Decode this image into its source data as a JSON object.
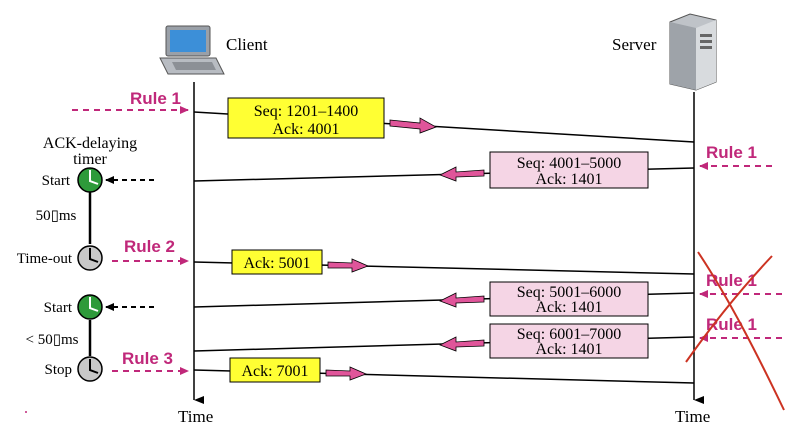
{
  "endpoints": {
    "client_label": "Client",
    "server_label": "Server",
    "time_label_left": "Time",
    "time_label_right": "Time"
  },
  "timer": {
    "title_line1": "ACK-delaying",
    "title_line2": "timer",
    "start_label_1": "Start",
    "timeout_label": "Time-out",
    "start_label_2": "Start",
    "stop_label": "Stop",
    "interval_1": "50▯ms",
    "interval_2": "< 50▯ms"
  },
  "rules": {
    "rule_1_client": "Rule 1",
    "rule_1_server": "Rule 1",
    "rule_2_client": "Rule 2",
    "rule_1_server_crossed_a": "Rule 1",
    "rule_1_server_crossed_b": "Rule 1",
    "rule_3_client": "Rule 3"
  },
  "segments": [
    {
      "line1": "Seq: 1201–1400",
      "line2": "Ack: 4001"
    },
    {
      "line1": "Seq: 4001–5000",
      "line2": "Ack: 1401"
    },
    {
      "line1": "Ack: 5001"
    },
    {
      "line1": "Seq: 5001–6000",
      "line2": "Ack: 1401"
    },
    {
      "line1": "Seq: 6001–7000",
      "line2": "Ack: 1401"
    },
    {
      "line1": "Ack: 7001"
    }
  ],
  "colors": {
    "rule": "#c0287a",
    "yellow_box": "#ffff33",
    "pink_box": "#f5d5e5",
    "timer_green": "#2e9a3a",
    "timer_gray": "#c8c8c8",
    "cross_red": "#cc3322",
    "arrow_pink": "#e0559a"
  }
}
